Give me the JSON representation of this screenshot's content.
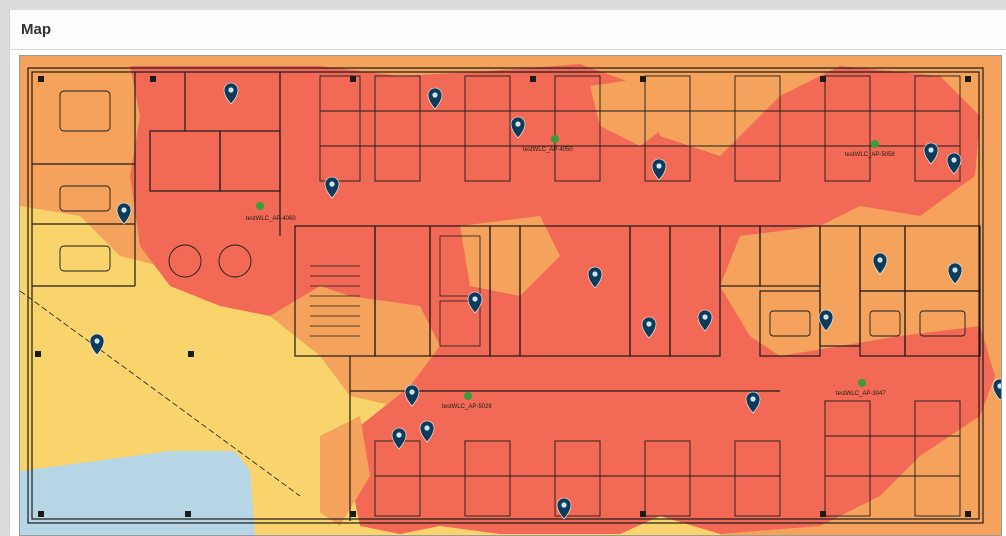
{
  "panel": {
    "title": "Map"
  },
  "map": {
    "heatmap_colors": {
      "strong": "#f26a55",
      "medium": "#f5a35c",
      "weak": "#f9d36b",
      "none": "#b6d6e6"
    },
    "access_points": [
      {
        "label": "testWLC_AP-4060"
      },
      {
        "label": "testWLC_AP-4050"
      },
      {
        "label": "testWLC_AP-5058"
      },
      {
        "label": "testWLC_AP-5028"
      },
      {
        "label": "testWLC_AP-3047"
      }
    ],
    "pin_icon": "map-pin-icon",
    "ap_icon": "access-point-icon",
    "marker_color": "#0e3b5a"
  }
}
